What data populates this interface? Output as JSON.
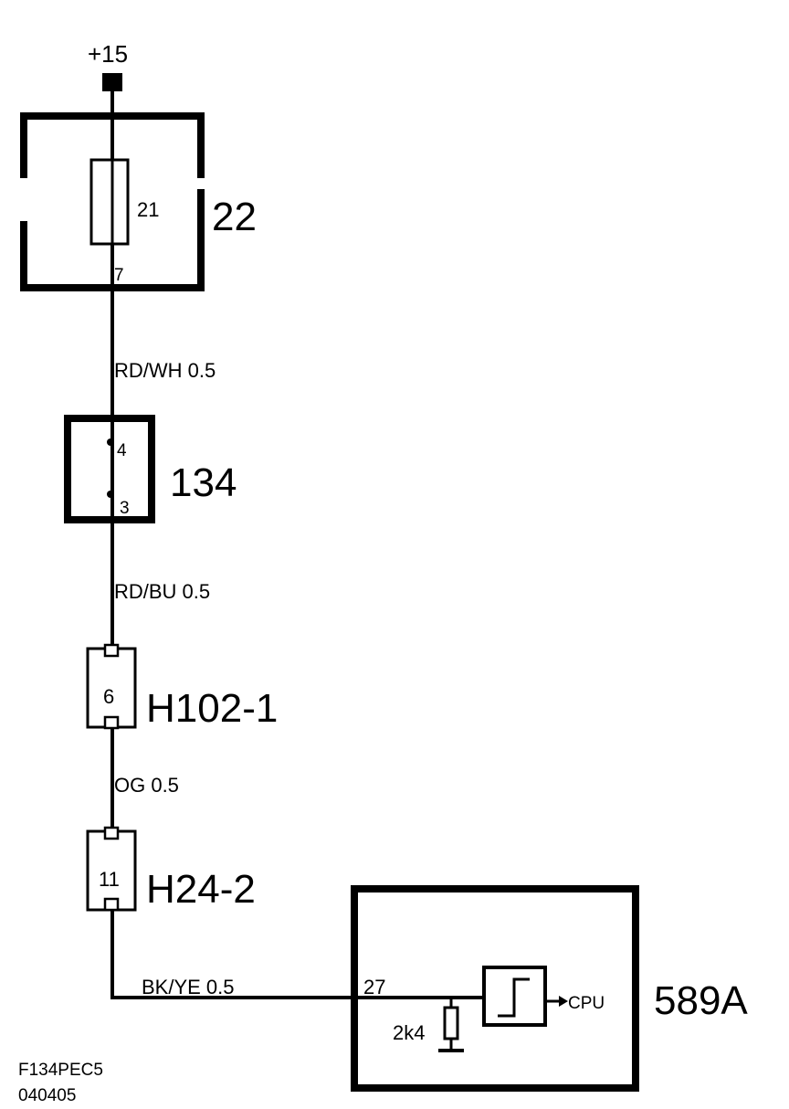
{
  "supply": {
    "label": "+15"
  },
  "fuse_box": {
    "id": "22",
    "fuse_id": "21",
    "pin": "7"
  },
  "wire1": {
    "label": "RD/WH  0.5"
  },
  "switch_box": {
    "id": "134",
    "pin_top": "4",
    "pin_bottom": "3"
  },
  "wire2": {
    "label": "RD/BU  0.5"
  },
  "connector1": {
    "id": "H102-1",
    "pin": "6"
  },
  "wire3": {
    "label": "OG  0.5"
  },
  "connector2": {
    "id": "H24-2",
    "pin": "11"
  },
  "wire4": {
    "label": "BK/YE  0.5"
  },
  "module": {
    "id": "589A",
    "pin": "27",
    "resistor": "2k4",
    "output": "CPU"
  },
  "footer": {
    "line1": "F134PEC5",
    "line2": "040405"
  }
}
